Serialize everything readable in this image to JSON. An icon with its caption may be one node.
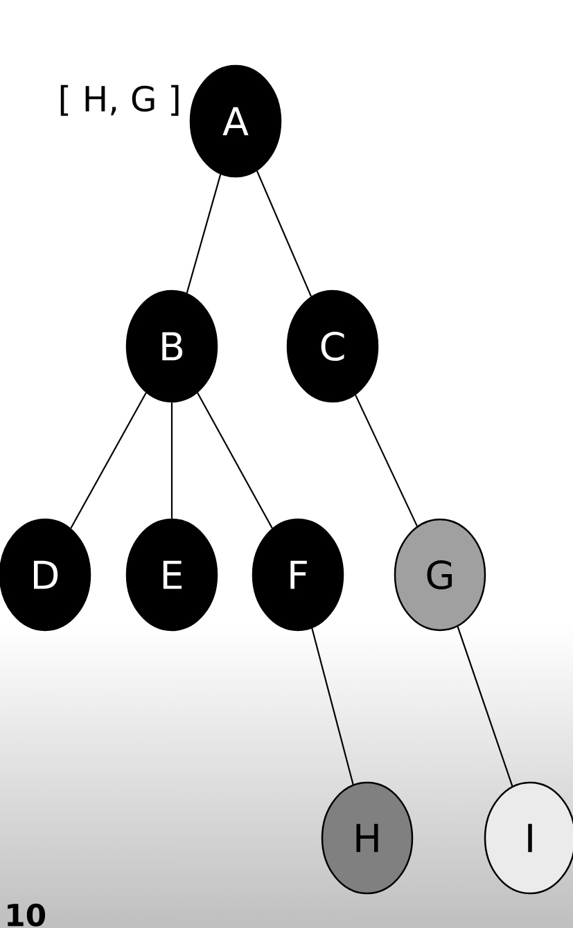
{
  "diagram": {
    "nodes": [
      {
        "text": [
          "A"
        ]
      },
      {
        "text": [
          "B"
        ]
      },
      {
        "text": [
          "C"
        ]
      },
      {
        "text": [
          "D"
        ]
      },
      {
        "text": [
          "E"
        ]
      },
      {
        "text": [
          "F"
        ]
      },
      {
        "text": [
          "G"
        ]
      },
      {
        "text": [
          "H"
        ]
      },
      {
        "text": [
          "I"
        ]
      }
    ],
    "edges": [
      {
        "from": 0,
        "to": 1,
        "arrow": "none"
      },
      {
        "from": 0,
        "to": 2,
        "arrow": "none"
      },
      {
        "from": 1,
        "to": 3,
        "arrow": "none"
      },
      {
        "from": 1,
        "to": 4,
        "arrow": "none"
      },
      {
        "from": 1,
        "to": 5,
        "arrow": "none"
      },
      {
        "from": 2,
        "to": 6,
        "arrow": "none"
      },
      {
        "from": 5,
        "to": 7,
        "arrow": "none"
      },
      {
        "from": 6,
        "to": 8,
        "arrow": "none"
      }
    ],
    "labels": [
      "[ H, G ]",
      "10"
    ]
  }
}
